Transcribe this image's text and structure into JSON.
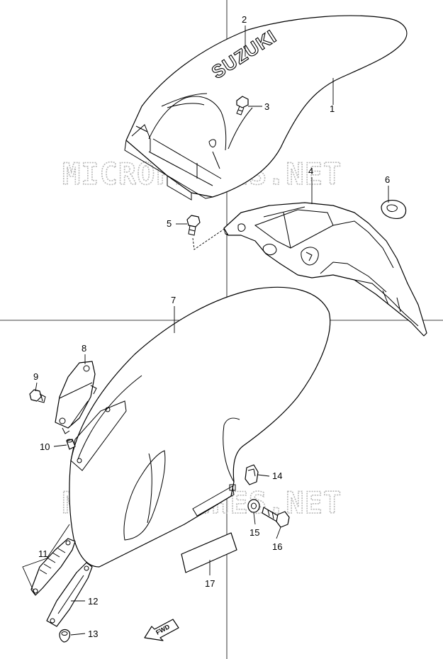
{
  "watermark": "MICROFICHES.NET",
  "brand_logo": "SUZUKI",
  "direction_badge": "FWD",
  "callouts": {
    "c1": "1",
    "c2": "2",
    "c3": "3",
    "c4": "4",
    "c5": "5",
    "c6": "6",
    "c7": "7",
    "c8": "8",
    "c9": "9",
    "c10": "10",
    "c11": "11",
    "c12": "12",
    "c13": "13",
    "c14": "14",
    "c15": "15",
    "c16": "16",
    "c17": "17"
  }
}
